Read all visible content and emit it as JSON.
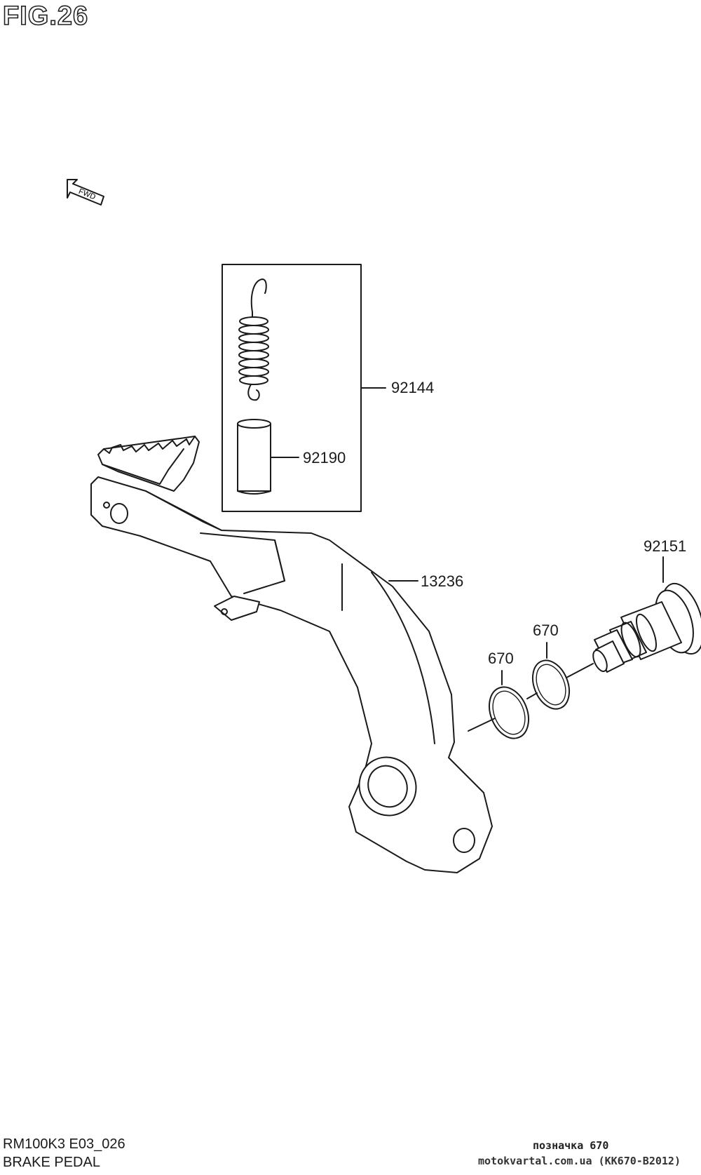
{
  "figure": {
    "title": "FIG.26",
    "direction_marker": "FWD"
  },
  "callouts": {
    "spring_kit": "92144",
    "spring_sleeve": "92190",
    "brake_pedal": "13236",
    "pivot_shaft": "92151",
    "o_ring_left": "670",
    "o_ring_right": "670"
  },
  "footer": {
    "model_code": "RM100K3 E03_026",
    "section_name": "BRAKE PEDAL"
  },
  "watermark": {
    "label": "позначка 670",
    "source": "motokvartal.com.ua (KK670-B2012)"
  }
}
